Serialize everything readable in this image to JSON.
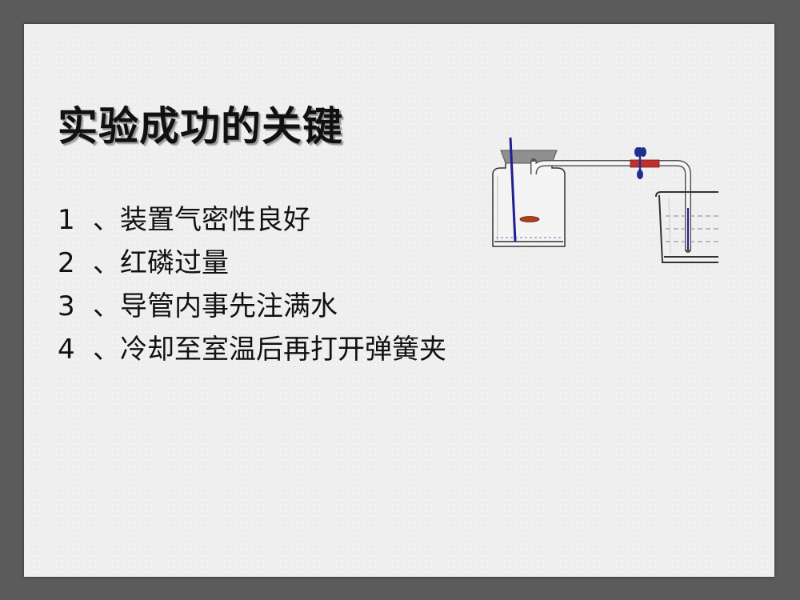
{
  "slide": {
    "title": "实验成功的关键",
    "items": [
      {
        "num": "1",
        "sep": "、",
        "text": "装置气密性良好"
      },
      {
        "num": "2",
        "sep": "、",
        "text": "红磷过量"
      },
      {
        "num": "3",
        "sep": "、",
        "text": "导管内事先注满水"
      },
      {
        "num": "4",
        "sep": "、",
        "text": "冷却至室温后再打开弹簧夹"
      }
    ]
  },
  "apparatus": {
    "icons": [
      "gas-bottle-icon",
      "rubber-stopper-icon",
      "glass-tube-icon",
      "spring-clamp-icon",
      "beaker-icon",
      "red-phosphorus-icon"
    ],
    "colors": {
      "tube": "#1f1f8f",
      "clamp": "#1e2f8f",
      "rubber": "#c0302e",
      "phosphorus": "#b0401a",
      "stopper": "#8f8f8f"
    }
  }
}
